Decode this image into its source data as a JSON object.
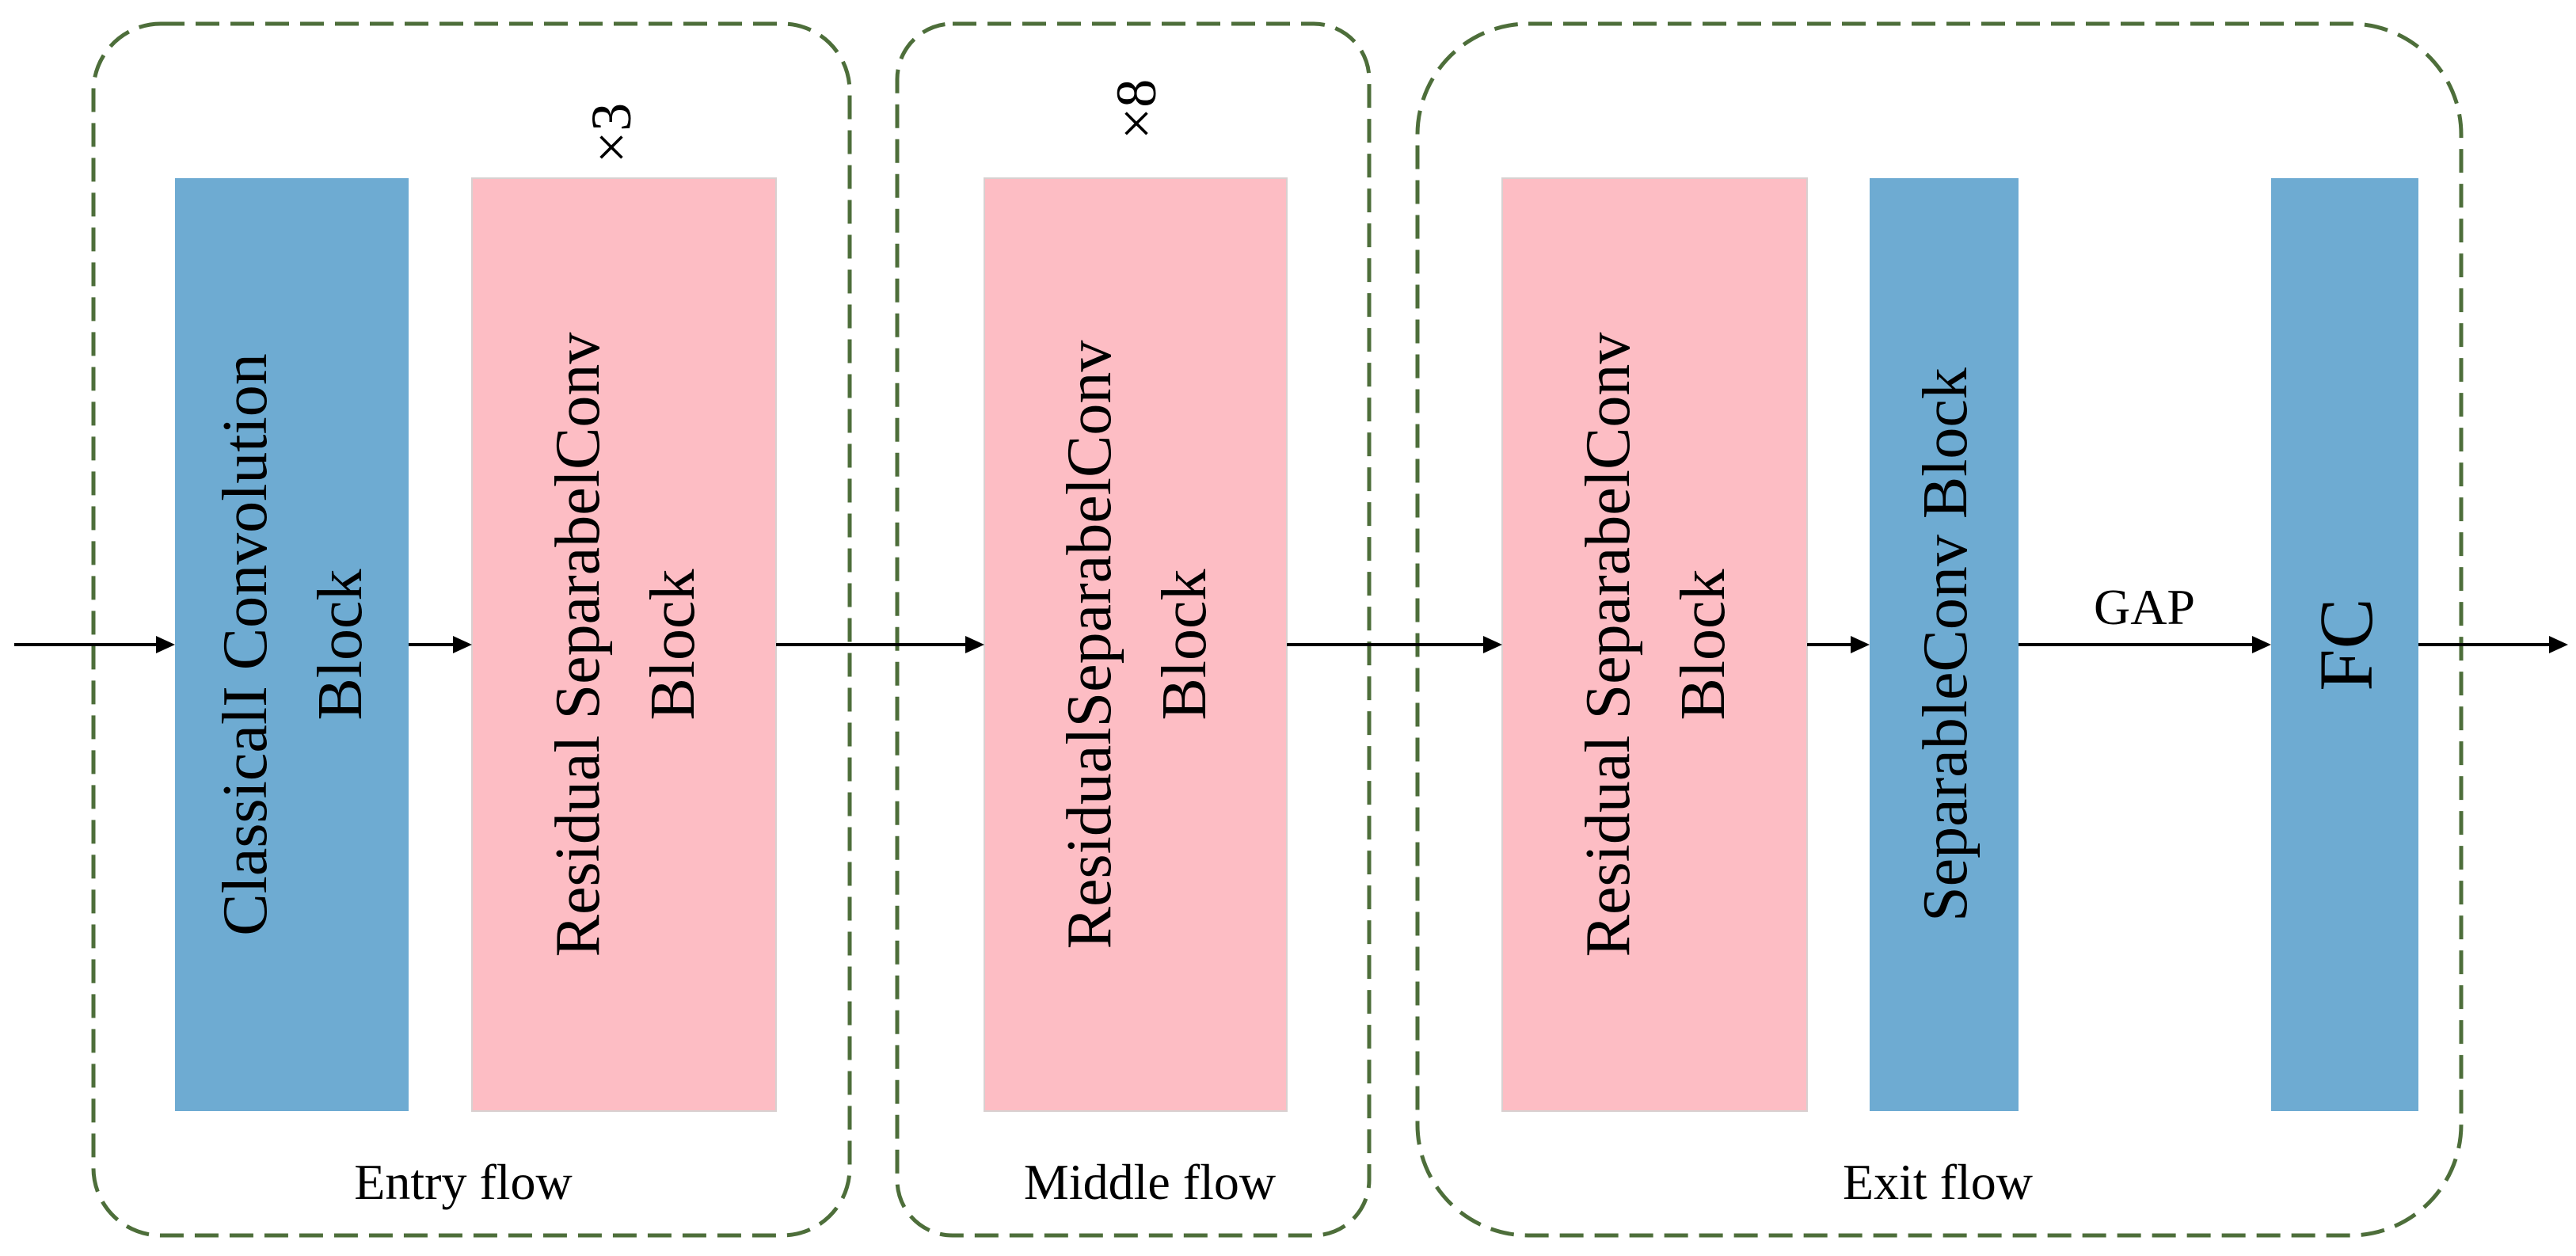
{
  "colors": {
    "blue_block": "#6eabd2",
    "pink_block": "#fdbdc4",
    "region_border": "#4d6e3a"
  },
  "regions": {
    "entry": {
      "label": "Entry flow",
      "repeat": "×3"
    },
    "middle": {
      "label": "Middle flow",
      "repeat": "×8"
    },
    "exit": {
      "label": "Exit flow"
    }
  },
  "blocks": {
    "classical_conv": {
      "line1": "ClassicalI Convolution",
      "line2": "Block"
    },
    "entry_residual": {
      "line1": "Residual SeparabelConv",
      "line2": "Block"
    },
    "middle_residual": {
      "line1": "ResidualSeparabelConv",
      "line2": "Block"
    },
    "exit_residual": {
      "line1": "Residual SeparabelConv",
      "line2": "Block"
    },
    "separable_conv": {
      "line1": "SeparableConv Block"
    },
    "fc": {
      "line1": "FC"
    }
  },
  "edges": {
    "gap_label": "GAP"
  }
}
